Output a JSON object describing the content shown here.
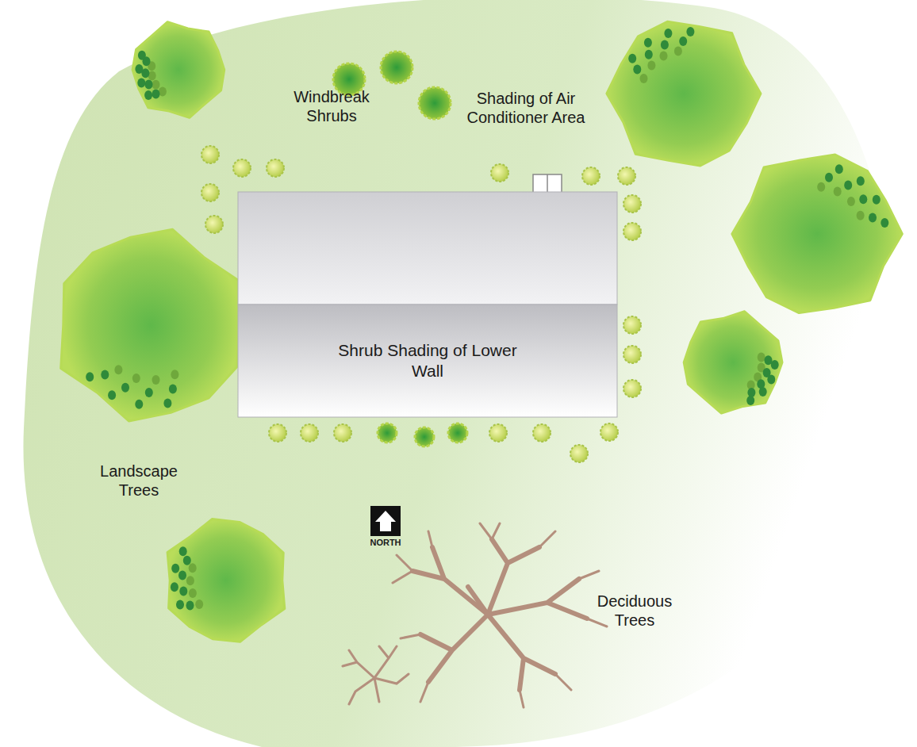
{
  "diagram": {
    "nodes": [
      {
        "text": [
          "Shrub Shading of Lower Wall"
        ]
      }
    ],
    "labels": [
      "Windbreak Shrubs",
      "Shading of Air Conditioner Area",
      "Landscape Trees",
      "NORTH",
      "Deciduous Trees"
    ]
  }
}
